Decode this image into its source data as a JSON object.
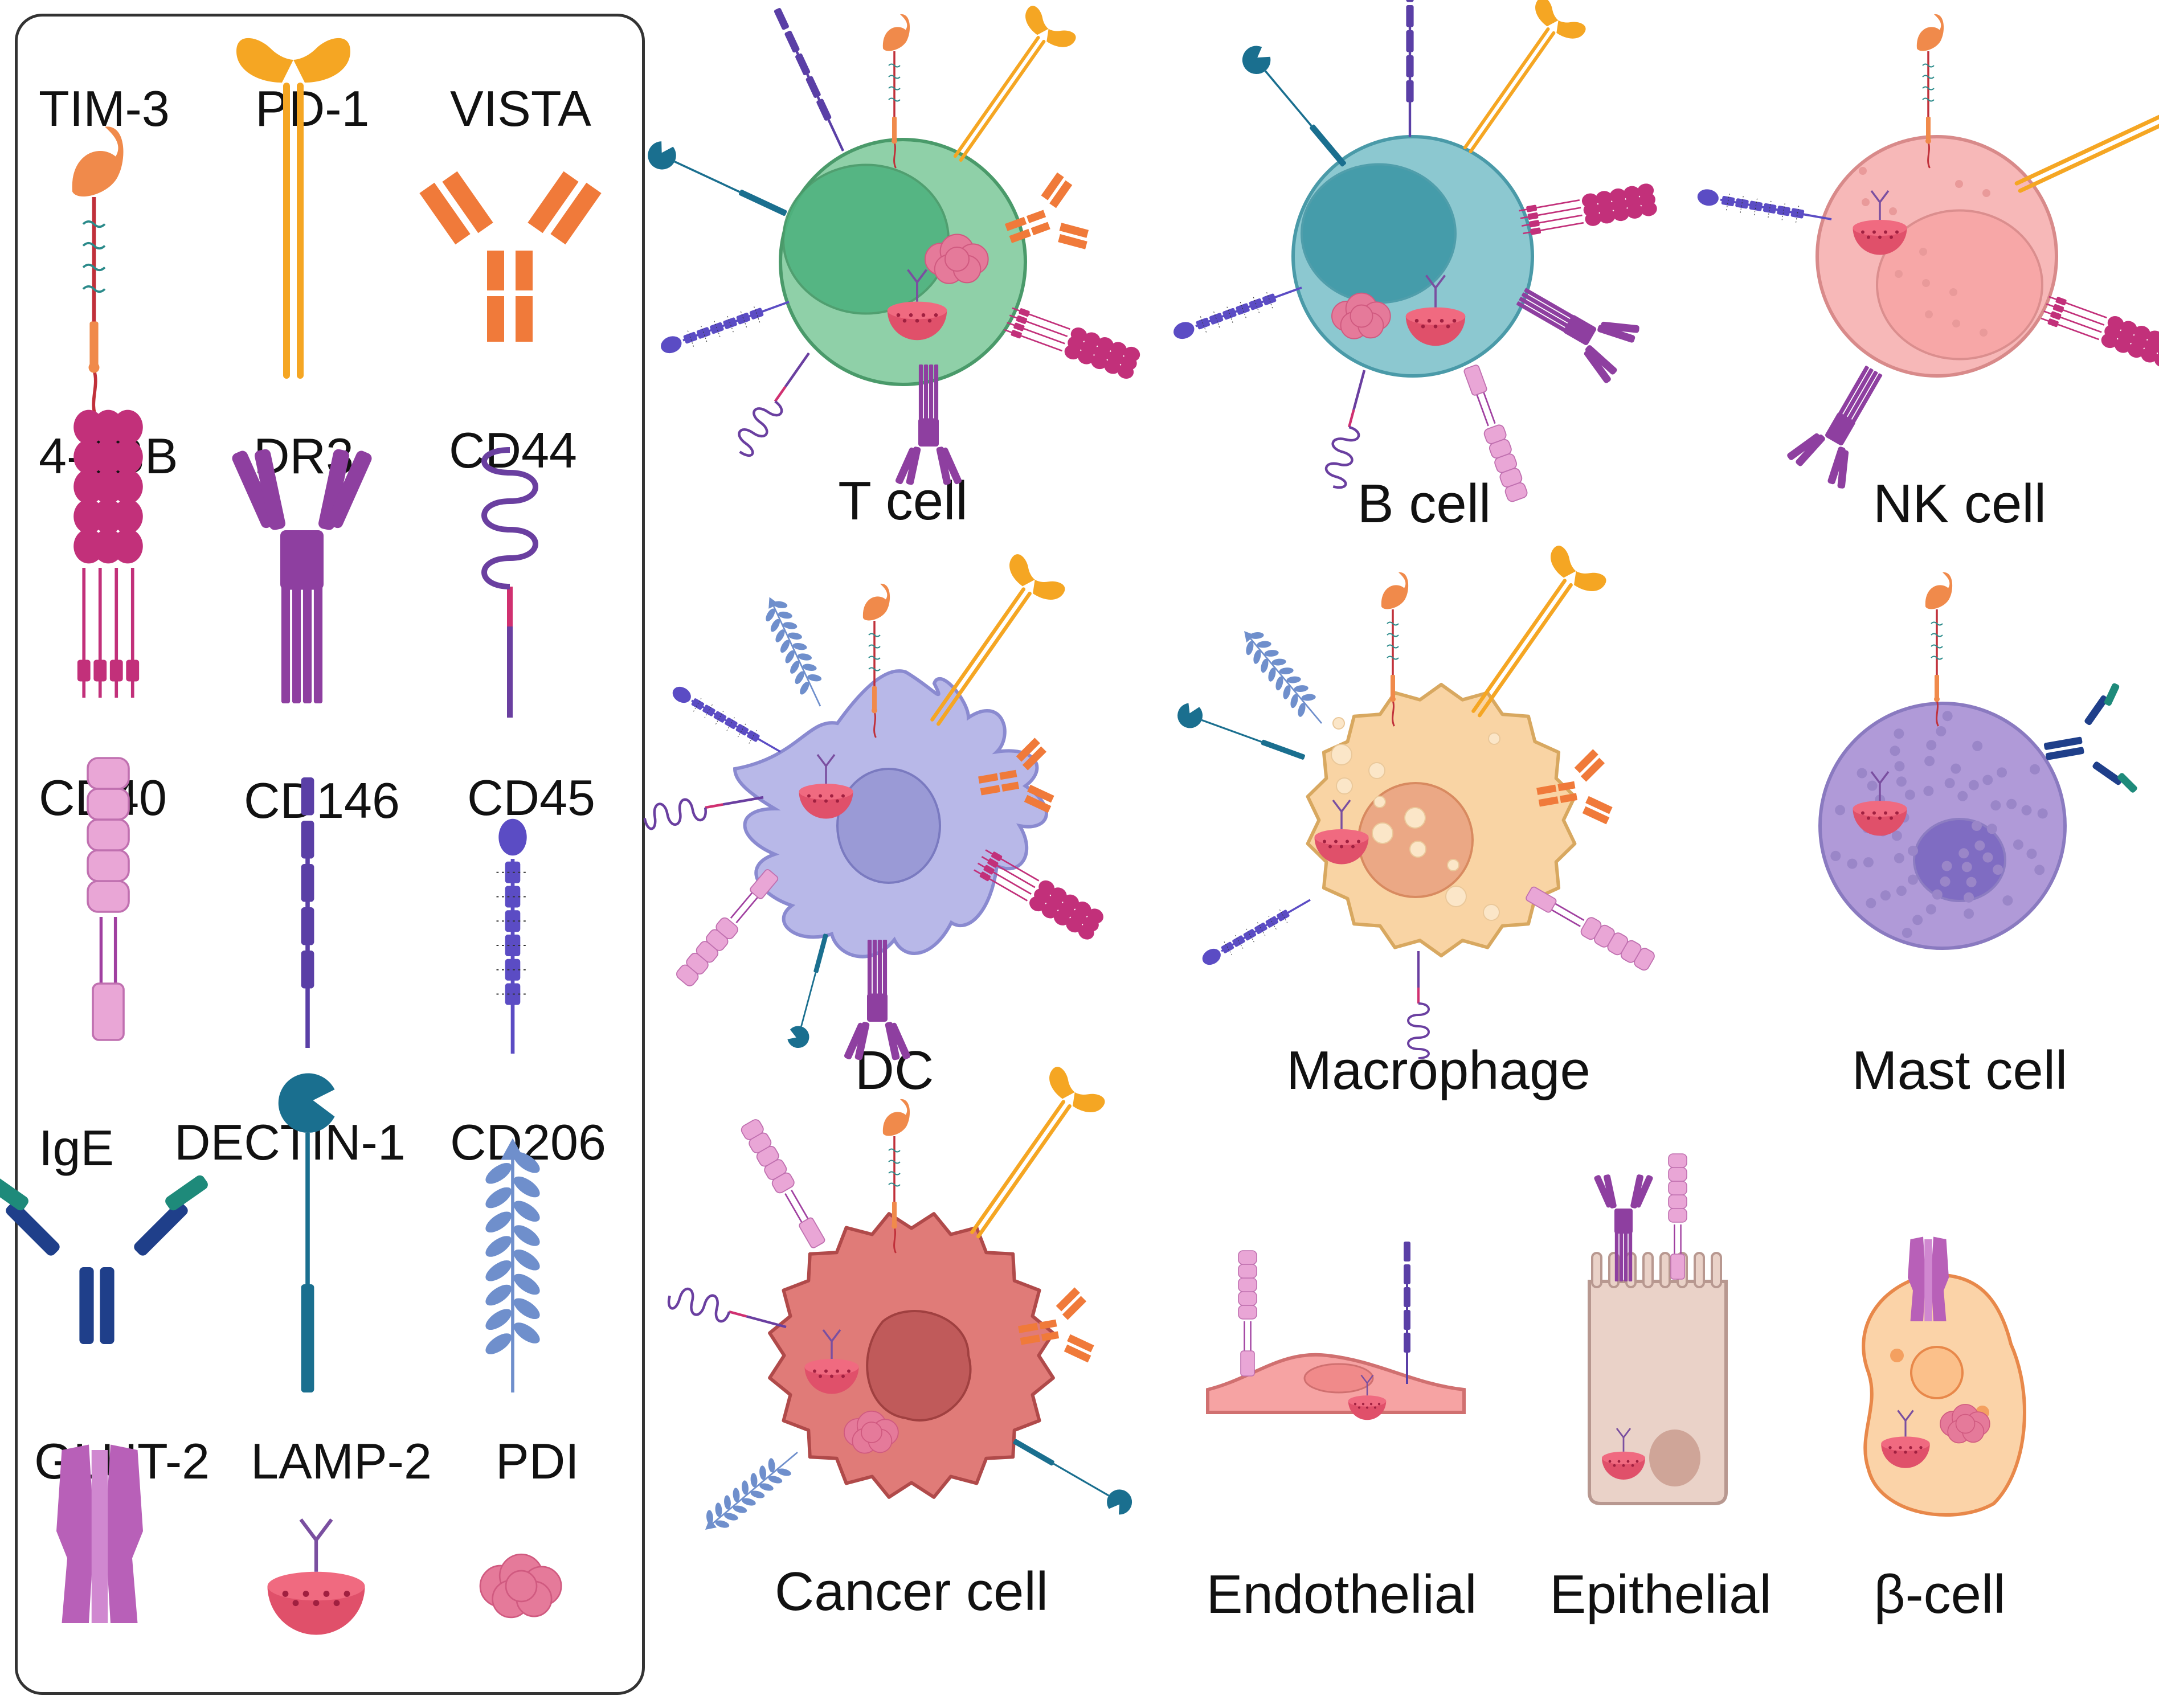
{
  "legend": {
    "tim3": "TIM-3",
    "pd1": "PD-1",
    "vista": "VISTA",
    "b41bb": "4-1BB",
    "dr3": "DR3",
    "cd44": "CD44",
    "cd40": "CD40",
    "cd146": "CD146",
    "cd45": "CD45",
    "ige": "IgE",
    "dectin1": "DECTIN-1",
    "cd206": "CD206",
    "glut2": "GLUT-2",
    "lamp2": "LAMP-2",
    "pdi": "PDI"
  },
  "cells": {
    "t": "T cell",
    "b": "B cell",
    "nk": "NK cell",
    "dc": "DC",
    "macrophage": "Macrophage",
    "mast": "Mast cell",
    "cancer": "Cancer cell",
    "endothelial": "Endothelial",
    "epithelial": "Epithelial",
    "beta": "β-cell"
  },
  "colors": {
    "tim3": "#f08a4b",
    "pd1": "#f5a623",
    "vista": "#f07a3a",
    "b41bb": "#c2307a",
    "dr3": "#8e3fa0",
    "cd44": "#6a3fa0",
    "cd40": "#e9a6d6",
    "cd146": "#5a3fa6",
    "cd45": "#5b4cc4",
    "ige": "#1f3f8a",
    "dectin1": "#1a6f8f",
    "cd206": "#6f8fcc",
    "glut2": "#b860b8",
    "lamp2": "#e0506a",
    "pdi": "#e57a9a",
    "t_cell": "#8fd0a8",
    "b_cell": "#8cc8d0",
    "nk_cell": "#f7b8b8",
    "dc": "#b8b8e8",
    "macrophage": "#f9d4a4",
    "mast_cell": "#b09ad8",
    "cancer_cell": "#e07b78",
    "endothelial": "#f6a3a3",
    "epithelial": "#ead2c8",
    "beta_cell": "#fbd3a8"
  },
  "icons": [
    "tim3-receptor-icon",
    "pd1-receptor-icon",
    "vista-receptor-icon",
    "4-1bb-receptor-icon",
    "dr3-receptor-icon",
    "cd44-receptor-icon",
    "cd40-receptor-icon",
    "cd146-receptor-icon",
    "cd45-receptor-icon",
    "ige-receptor-icon",
    "dectin1-receptor-icon",
    "cd206-receptor-icon",
    "glut2-transporter-icon",
    "lamp2-vesicle-icon",
    "pdi-protein-icon"
  ]
}
